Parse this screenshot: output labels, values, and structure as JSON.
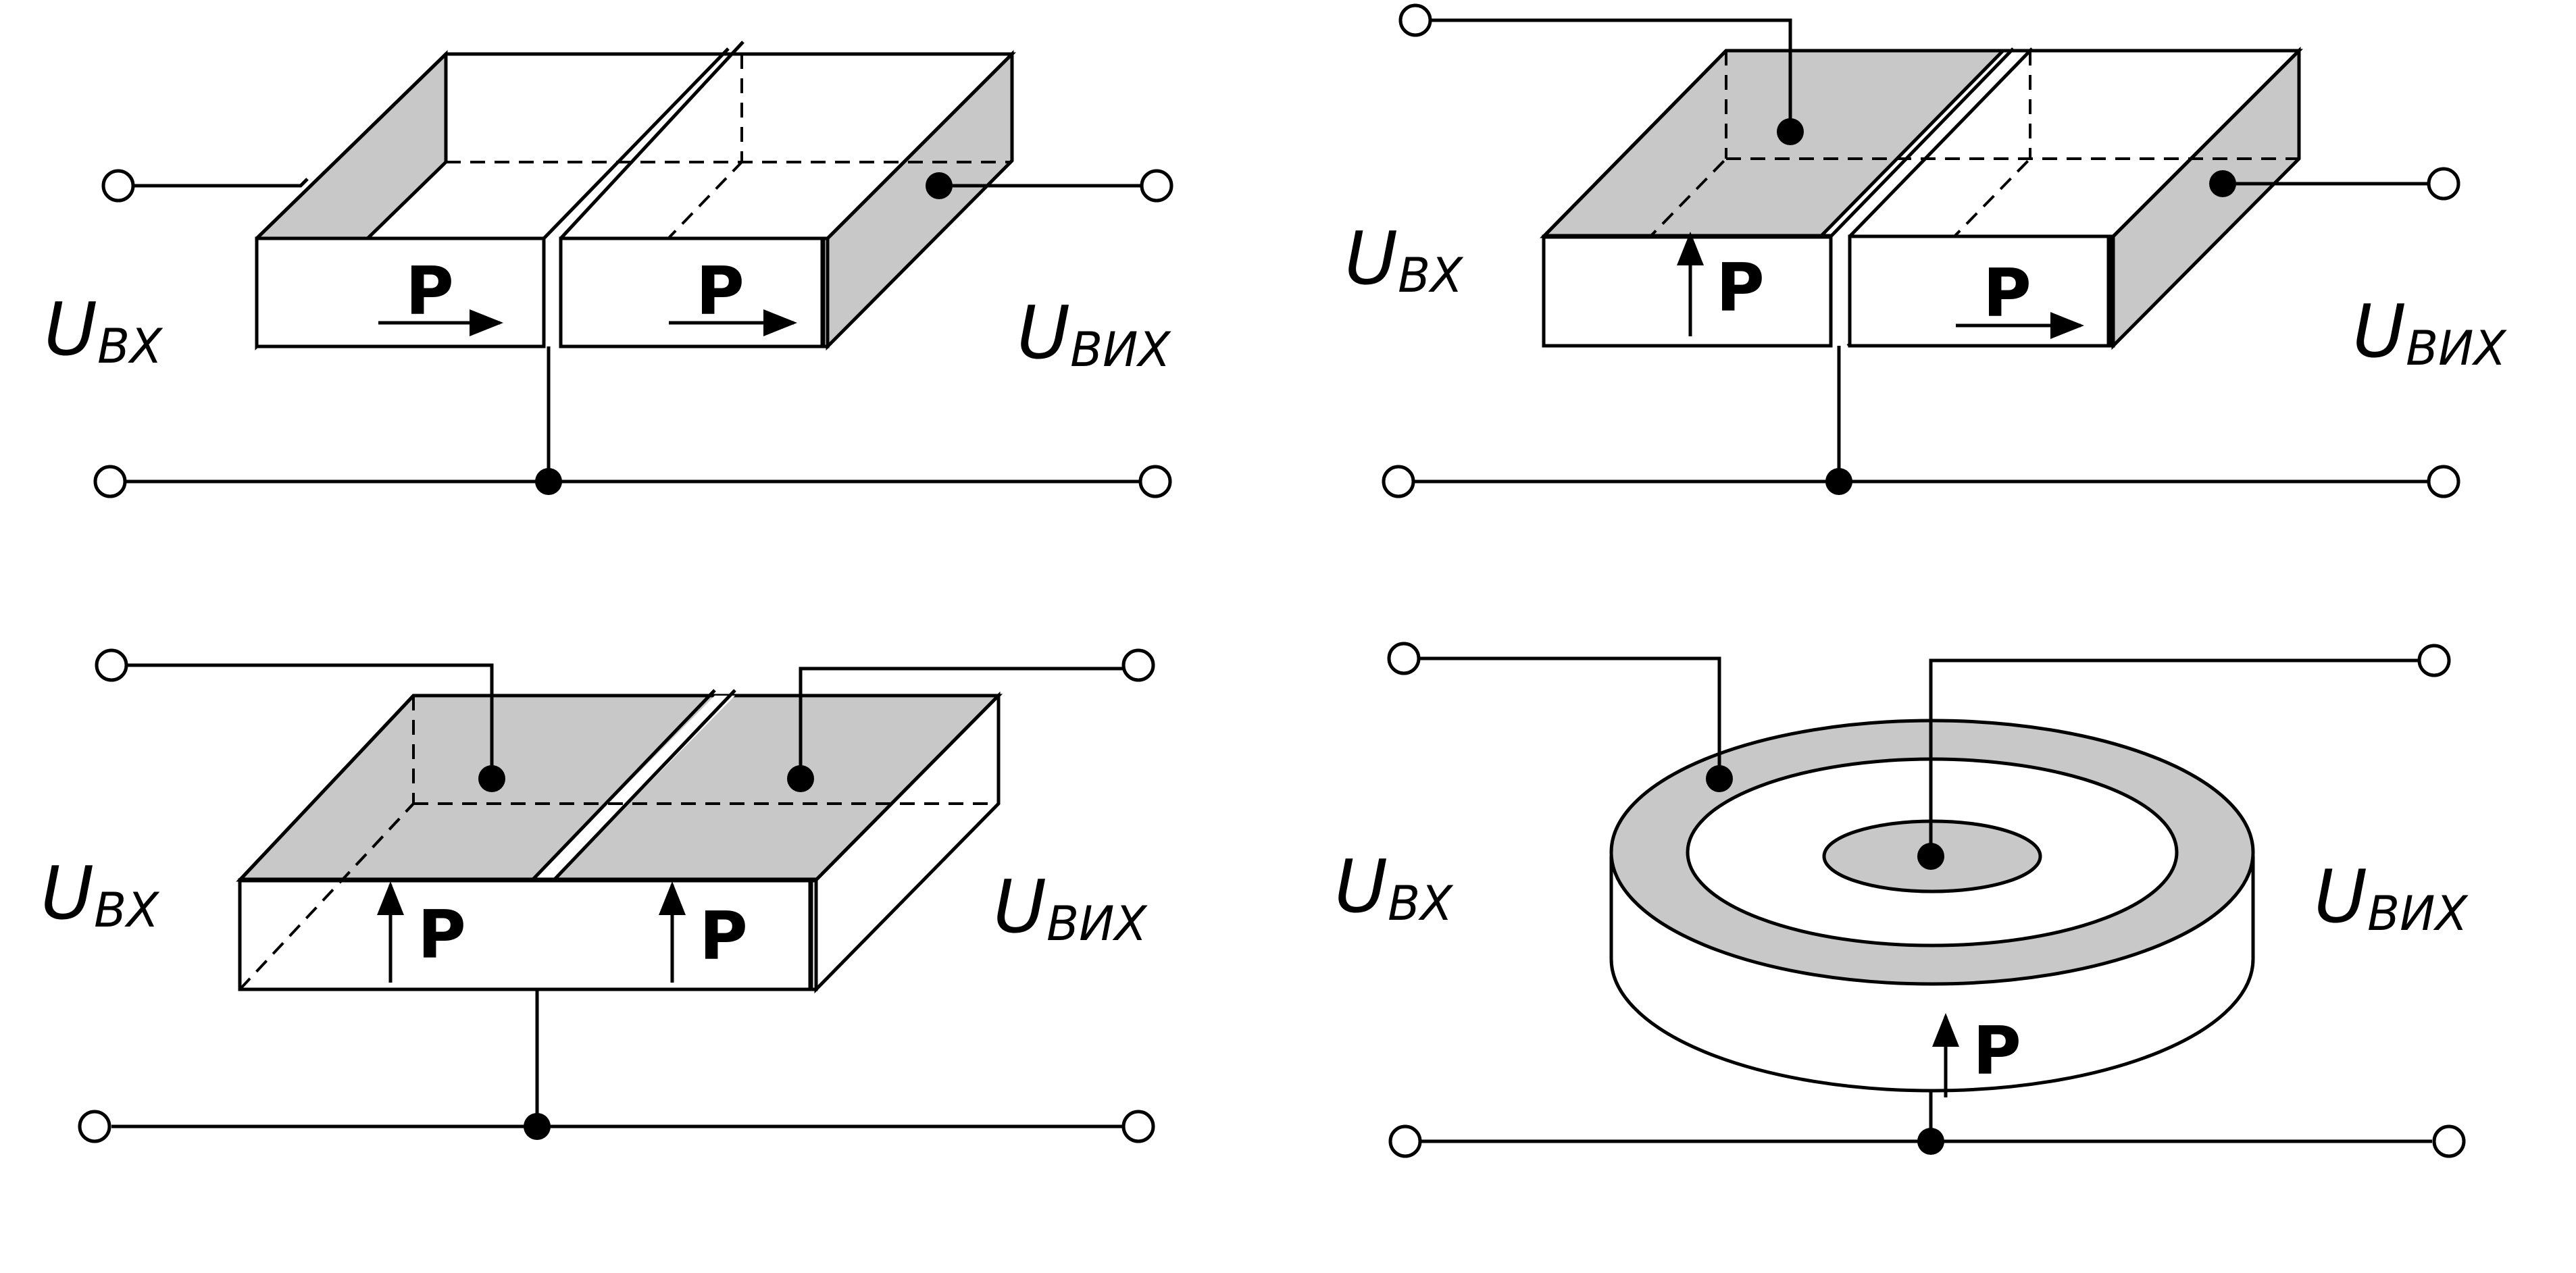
{
  "labels": {
    "u_letter": "U",
    "input_sub": "BX",
    "output_sub": "ВИХ",
    "polarization": "P"
  }
}
